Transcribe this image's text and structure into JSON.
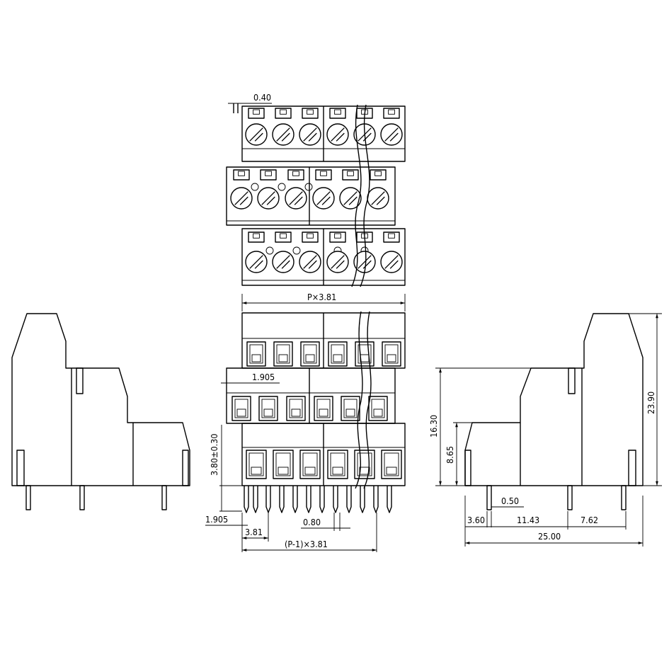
{
  "dimensions": {
    "top_pin_offset": "0.40",
    "width_total": "P×3.81",
    "half_pitch_top": "1.905",
    "pin_len": "3.80±0.30",
    "half_pitch_bottom": "1.905",
    "pitch": "3.81",
    "pin_width_front": "0.80",
    "pin_span": "(P-1)×3.81",
    "total_height": "23.90",
    "tier_height": "16.30",
    "low_height": "8.65",
    "pin_width_side": "0.50",
    "depth_a": "3.60",
    "depth_b": "11.43",
    "depth_c": "7.62",
    "depth_total": "25.00"
  }
}
